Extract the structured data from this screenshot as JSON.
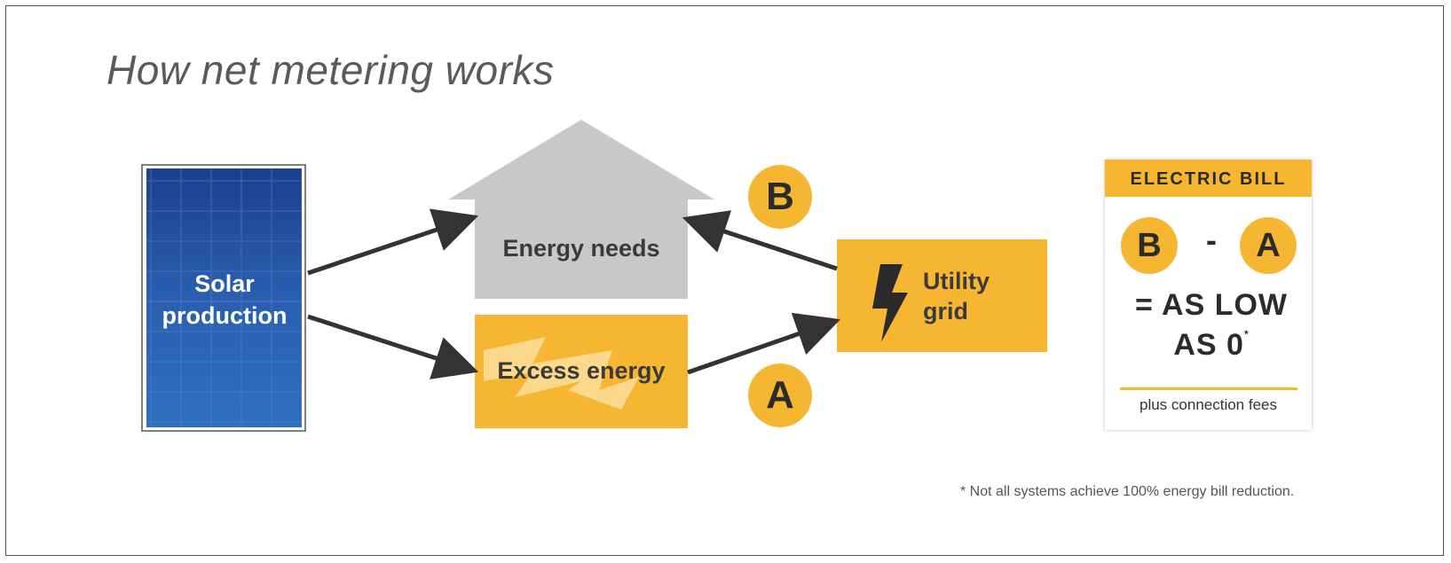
{
  "title": "How net metering works",
  "nodes": {
    "solar": "Solar production",
    "energy_needs": "Energy needs",
    "excess": "Excess energy",
    "utility": "Utility grid"
  },
  "markers": {
    "a": "A",
    "b": "B"
  },
  "bill": {
    "heading": "ELECTRIC BILL",
    "formula_left": "B",
    "formula_op": "-",
    "formula_right": "A",
    "result_line1": "= AS LOW",
    "result_line2": "AS ",
    "result_value": "0",
    "result_asterisk": "*",
    "footer": "plus connection fees"
  },
  "footnote": "* Not all systems achieve 100% energy bill reduction.",
  "colors": {
    "yellow": "#f7b632",
    "gray": "#c6c8ca",
    "solar_blue": "#2a5caa",
    "arrow": "#333333"
  }
}
